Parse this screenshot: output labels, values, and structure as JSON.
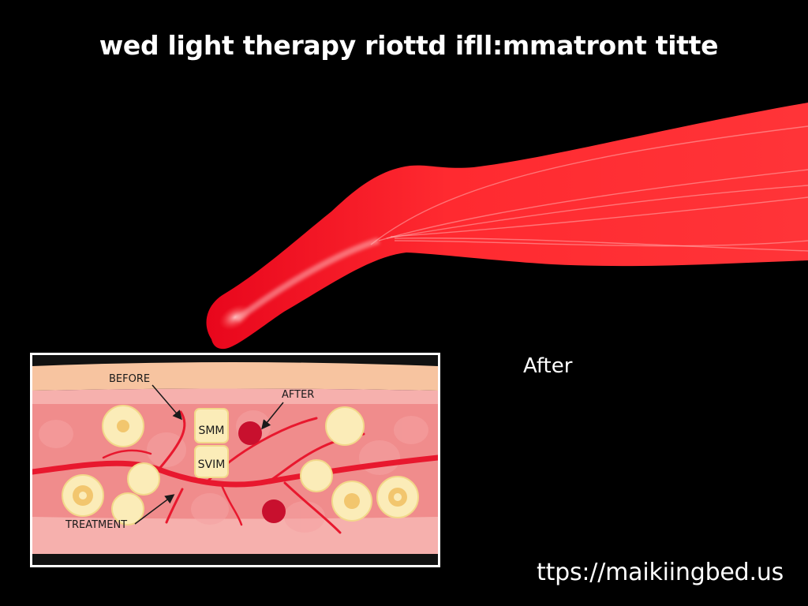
{
  "title": "wed light therapy riottd ifll:mmatront titte",
  "side_label": "After",
  "url_text": "ttps://maikiingbed.us",
  "diagram": {
    "labels": {
      "before": "BEFORE",
      "after": "AFTER",
      "treatment": "TREATMENT",
      "cell_top": "SMM",
      "cell_bottom": "SVIM"
    }
  },
  "colors": {
    "background": "#000000",
    "beam": "#ff2a2e",
    "beam_dark": "#e6001a",
    "skin_top": "#f7c4a0",
    "tissue": "#f08c8c",
    "tissue_light": "#f6b0ad",
    "vessel": "#e8182e",
    "cell_fill": "#fbecb8",
    "cell_core": "#f2c66e",
    "rbc": "#c8102e",
    "text": "#ffffff"
  }
}
